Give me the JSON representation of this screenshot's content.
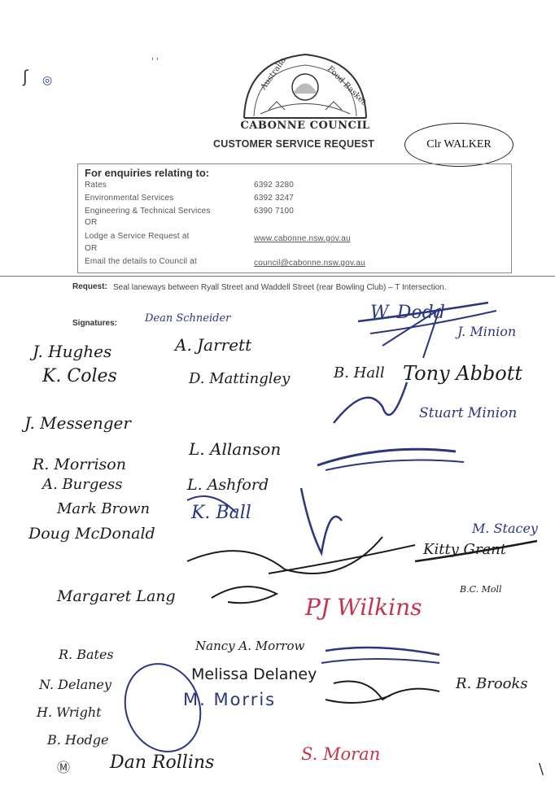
{
  "header": {
    "logo_text_left": "Australia",
    "logo_text_right": "Food Basket",
    "council_name": "CABONNE COUNCIL",
    "title": "CUSTOMER SERVICE REQUEST",
    "councillor_note": "Clr WALKER"
  },
  "enquiries": {
    "heading": "For enquiries relating to:",
    "rows": [
      {
        "label": "Rates",
        "value": "6392 3280"
      },
      {
        "label": "Environmental Services",
        "value": "6392 3247"
      },
      {
        "label": "Engineering & Technical Services",
        "value": "6390 7100"
      },
      {
        "label": "OR",
        "value": ""
      },
      {
        "label": "Lodge a Service Request at",
        "value": "www.cabonne.nsw.gov.au"
      },
      {
        "label": "OR",
        "value": ""
      },
      {
        "label": "Email the details to Council at",
        "value": "council@cabonne.nsw.gov.au"
      }
    ]
  },
  "request": {
    "label": "Request:",
    "text": "Seal laneways between Ryall Street and Waddell Street (rear Bowling Club) – T Intersection."
  },
  "signatures": {
    "label": "Signatures:",
    "names": [
      "Dean Schneider",
      "W. Dodd",
      "J. Minion",
      "J. Hughes",
      "A. Jarrett",
      "B. Hall",
      "D. Mattingley",
      "Tony Abbott",
      "K. Coles",
      "J. Messenger",
      "L. Allanson",
      "Stuart Minion",
      "R. Morrison",
      "L. Ashford",
      "A. Burgess",
      "Mark Brown",
      "K. Ball",
      "M. Stacey",
      "Doug McDonald",
      "Kitty Grant",
      "B.C. Moll",
      "Margaret Lang",
      "PJ Wilkins",
      "Nancy A. Morrow",
      "R. Bates",
      "Melissa Delaney",
      "N. Delaney",
      "M. Morris",
      "R. Brooks",
      "H. Wright",
      "B. Hodge",
      "Dan Rollins",
      "S. Moran"
    ]
  },
  "colors": {
    "ink_black": "#1b1b1b",
    "ink_blue": "#2b3680",
    "ink_red": "#c4344f",
    "print": "#333333"
  }
}
